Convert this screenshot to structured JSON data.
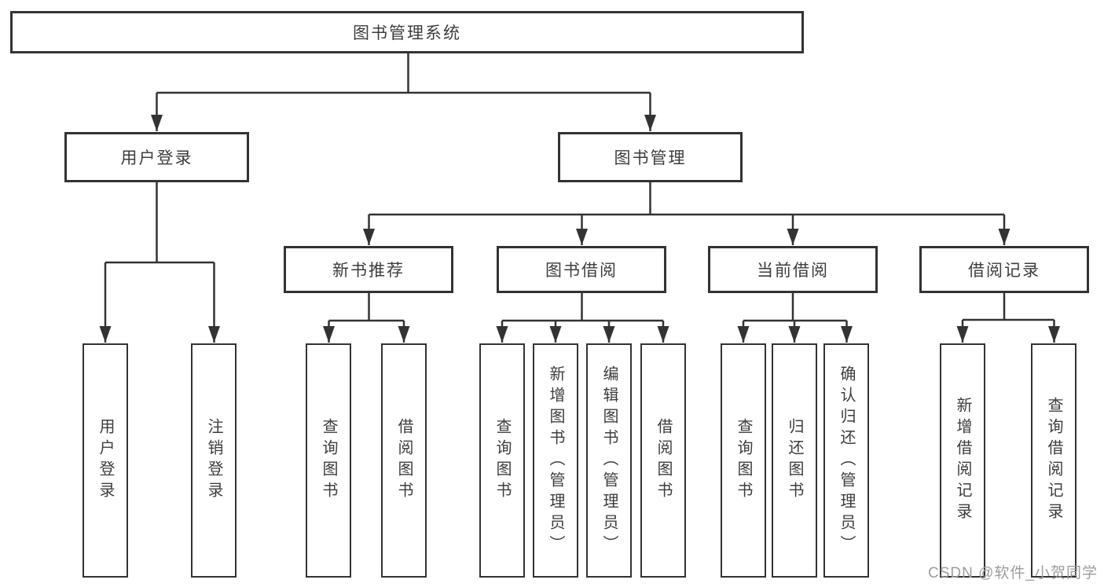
{
  "diagram": {
    "root": {
      "label": "图书管理系统"
    },
    "branches": [
      {
        "label": "用户登录",
        "children": [
          "用户登录",
          "注销登录"
        ]
      },
      {
        "label": "图书管理",
        "groups": [
          {
            "label": "新书推荐",
            "children": [
              "查询图书",
              "借阅图书"
            ]
          },
          {
            "label": "图书借阅",
            "children": [
              "查询图书",
              "新增图书（管理员）",
              "编辑图书（管理员）",
              "借阅图书"
            ]
          },
          {
            "label": "当前借阅",
            "children": [
              "查询图书",
              "归还图书",
              "确认归还（管理员）"
            ]
          },
          {
            "label": "借阅记录",
            "children": [
              "新增借阅记录",
              "查询借阅记录"
            ]
          }
        ]
      }
    ]
  },
  "colors": {
    "line": "#333333",
    "text": "#3d3d3d",
    "box_fill": "#ffffff",
    "watermark": "#9d9d9d",
    "background": "#ffffff"
  },
  "watermark": {
    "text": "CSDN @软件_小贺同学"
  }
}
